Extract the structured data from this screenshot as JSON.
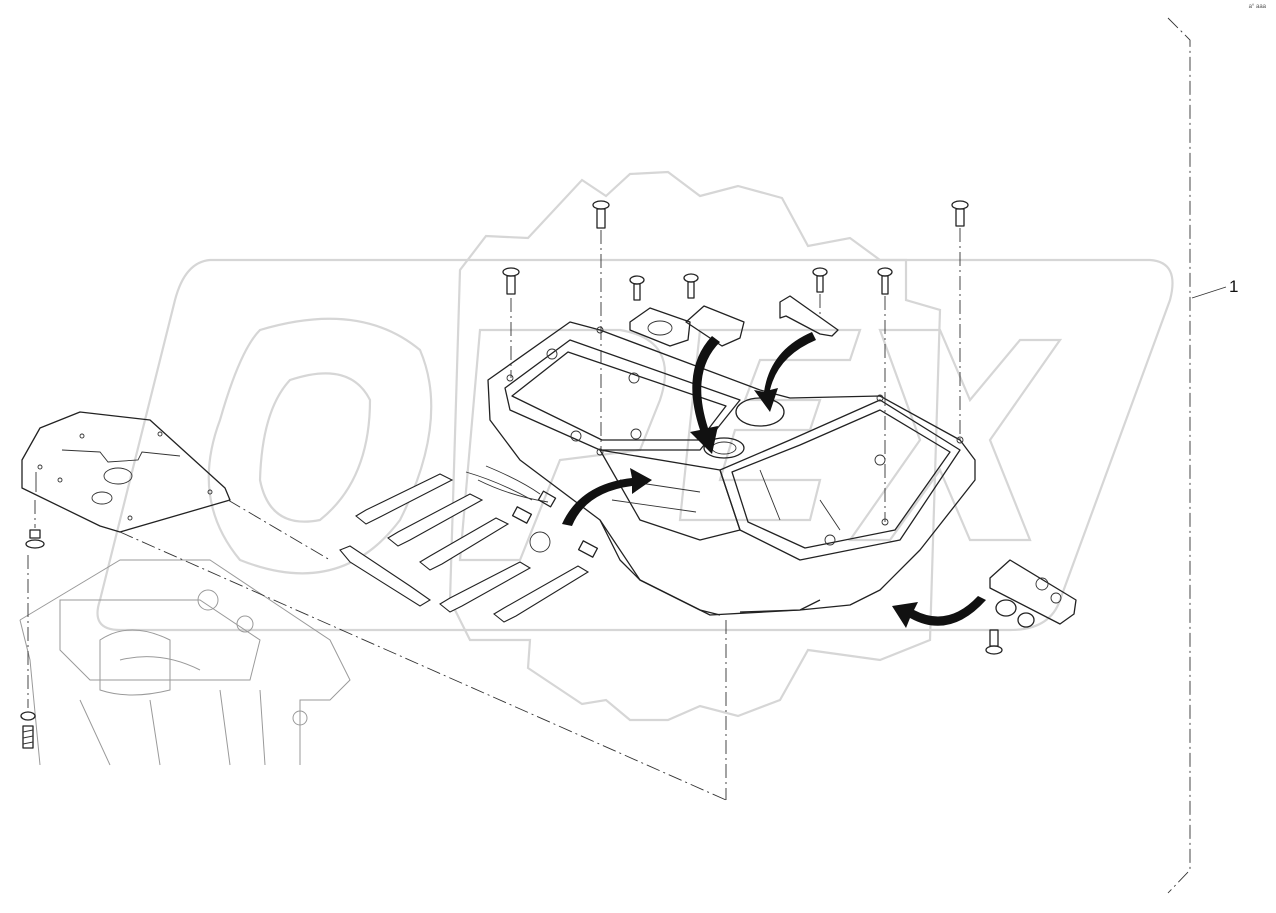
{
  "callout": {
    "label": "1"
  },
  "corner_code": "a° aaa",
  "watermark": {
    "text": "OPEX",
    "color": "#d6d6d6"
  },
  "colors": {
    "line": "#222222",
    "ghost": "#9a9a9a",
    "background": "#ffffff"
  }
}
